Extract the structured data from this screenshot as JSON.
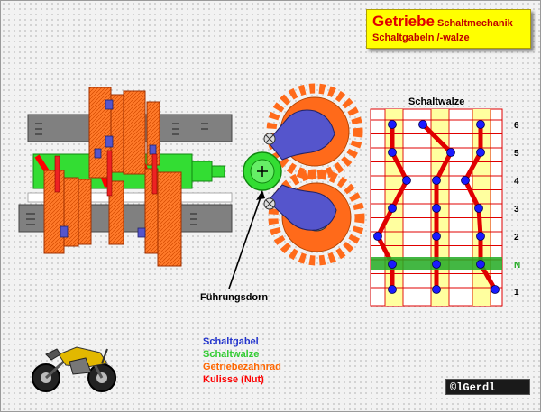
{
  "header": {
    "title_main": "Getriebe",
    "title_sub1": "Schaltmechanik",
    "title_sub2": "Schaltgabeln /-walze"
  },
  "labels": {
    "fuehrungsdorn": "Führungsdorn",
    "schaltwalze": "Schaltwalze"
  },
  "drum": {
    "positions": [
      "6",
      "5",
      "4",
      "3",
      "2",
      "N",
      "1"
    ],
    "neutral_color": "#22aa22"
  },
  "legend": [
    {
      "text": "Schaltgabel",
      "color": "#2233cc"
    },
    {
      "text": "Schaltwalze",
      "color": "#33cc33"
    },
    {
      "text": "Getriebezahnrad",
      "color": "#ff6600"
    },
    {
      "text": "Kulisse (Nut)",
      "color": "#ff0000"
    }
  ],
  "credit": "©lGerdl",
  "colors": {
    "gear_orange": "#ff6a1a",
    "fork_blue": "#5555cc",
    "drum_green": "#33dd33",
    "groove_red": "#ff0000",
    "dot_blue": "#1a1aff",
    "shaft_gray": "#808080"
  }
}
